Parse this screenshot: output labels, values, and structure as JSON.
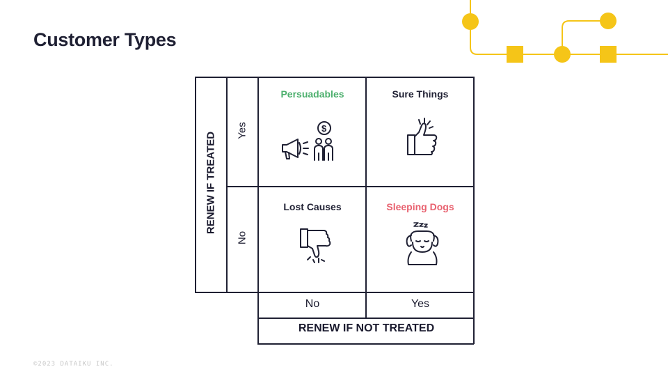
{
  "title": "Customer Types",
  "footer": "©2023 DATAIKU INC.",
  "colors": {
    "accent": "#f5c518",
    "green": "#4caf6d",
    "red": "#e8616f",
    "ink": "#1f2033"
  },
  "matrix": {
    "y_axis_title": "RENEW IF TREATED",
    "x_axis_title": "RENEW IF NOT TREATED",
    "rows": [
      "Yes",
      "No"
    ],
    "cols": [
      "No",
      "Yes"
    ],
    "cells": {
      "persuadables": "Persuadables",
      "sure_things": "Sure Things",
      "lost_causes": "Lost Causes",
      "sleeping_dogs": "Sleeping Dogs"
    },
    "icons": {
      "persuadables": "megaphone-people-icon",
      "sure_things": "thumbs-up-icon",
      "lost_causes": "thumbs-down-icon",
      "sleeping_dogs": "sleeping-dog-icon"
    }
  }
}
